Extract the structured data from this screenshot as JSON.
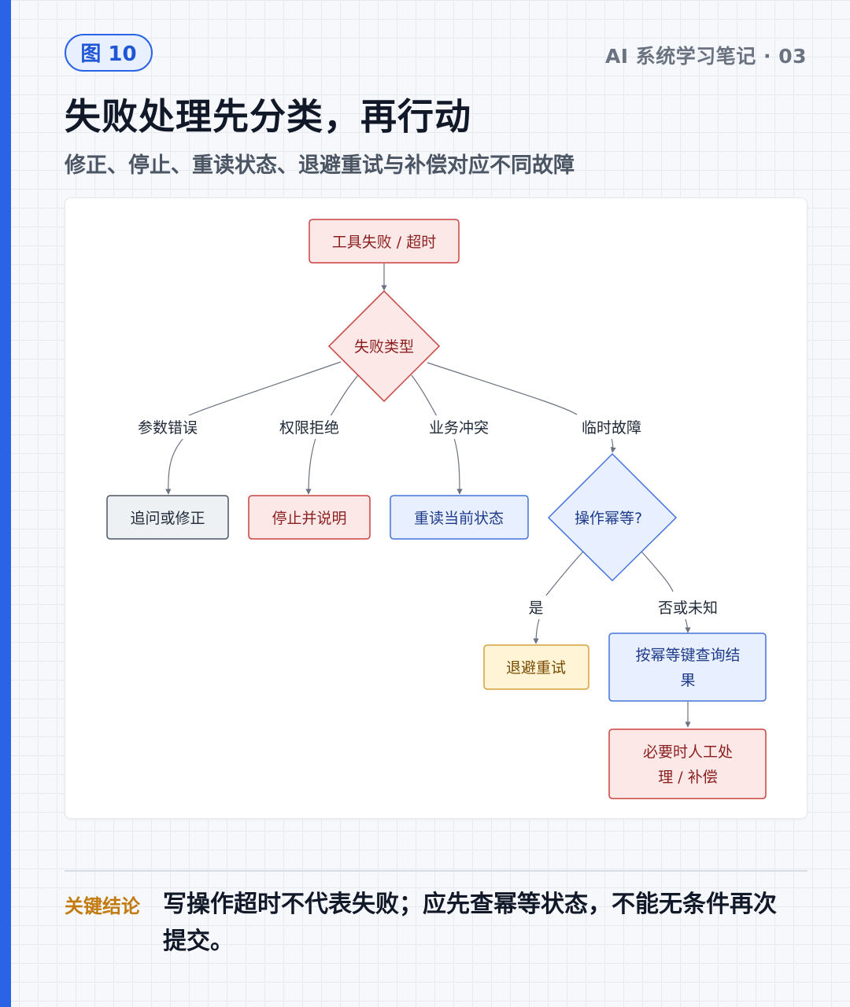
{
  "header": {
    "figure_badge": "图 10",
    "series_label": "AI 系统学习笔记 · 03",
    "title": "失败处理先分类，再行动",
    "subtitle": "修正、停止、重读状态、退避重试与补偿对应不同故障"
  },
  "diagram": {
    "nodes": {
      "start": "工具失败 / 超时",
      "failure_type": "失败类型",
      "ask_or_fix": "追问或修正",
      "stop_explain": "停止并说明",
      "reread_state": "重读当前状态",
      "idempotent": "操作幂等?",
      "backoff_retry": "退避重试",
      "query_by_key": [
        "按幂等键查询结",
        "果"
      ],
      "manual_comp": [
        "必要时人工处",
        "理 / 补偿"
      ]
    },
    "edges": {
      "param_error": "参数错误",
      "permission_denied": "权限拒绝",
      "business_conflict": "业务冲突",
      "transient_fault": "临时故障",
      "yes": "是",
      "no_or_unknown": "否或未知"
    }
  },
  "conclusion": {
    "label": "关键结论",
    "text": "写操作超时不代表失败；应先查幂等状态，不能无条件再次提交。"
  },
  "colors": {
    "accent": "#2b63e6",
    "red_fill": "#fde8e8",
    "red_stroke": "#c9423f",
    "red_text": "#8b1f1f",
    "gray_fill": "#eef1f4",
    "gray_stroke": "#4b5563",
    "blue_fill": "#e8f0ff",
    "blue_stroke": "#4472d9",
    "blue_text": "#1e3a8a",
    "yellow_fill": "#fff4d6",
    "yellow_stroke": "#d4a23a",
    "yellow_text": "#7a4c00"
  }
}
